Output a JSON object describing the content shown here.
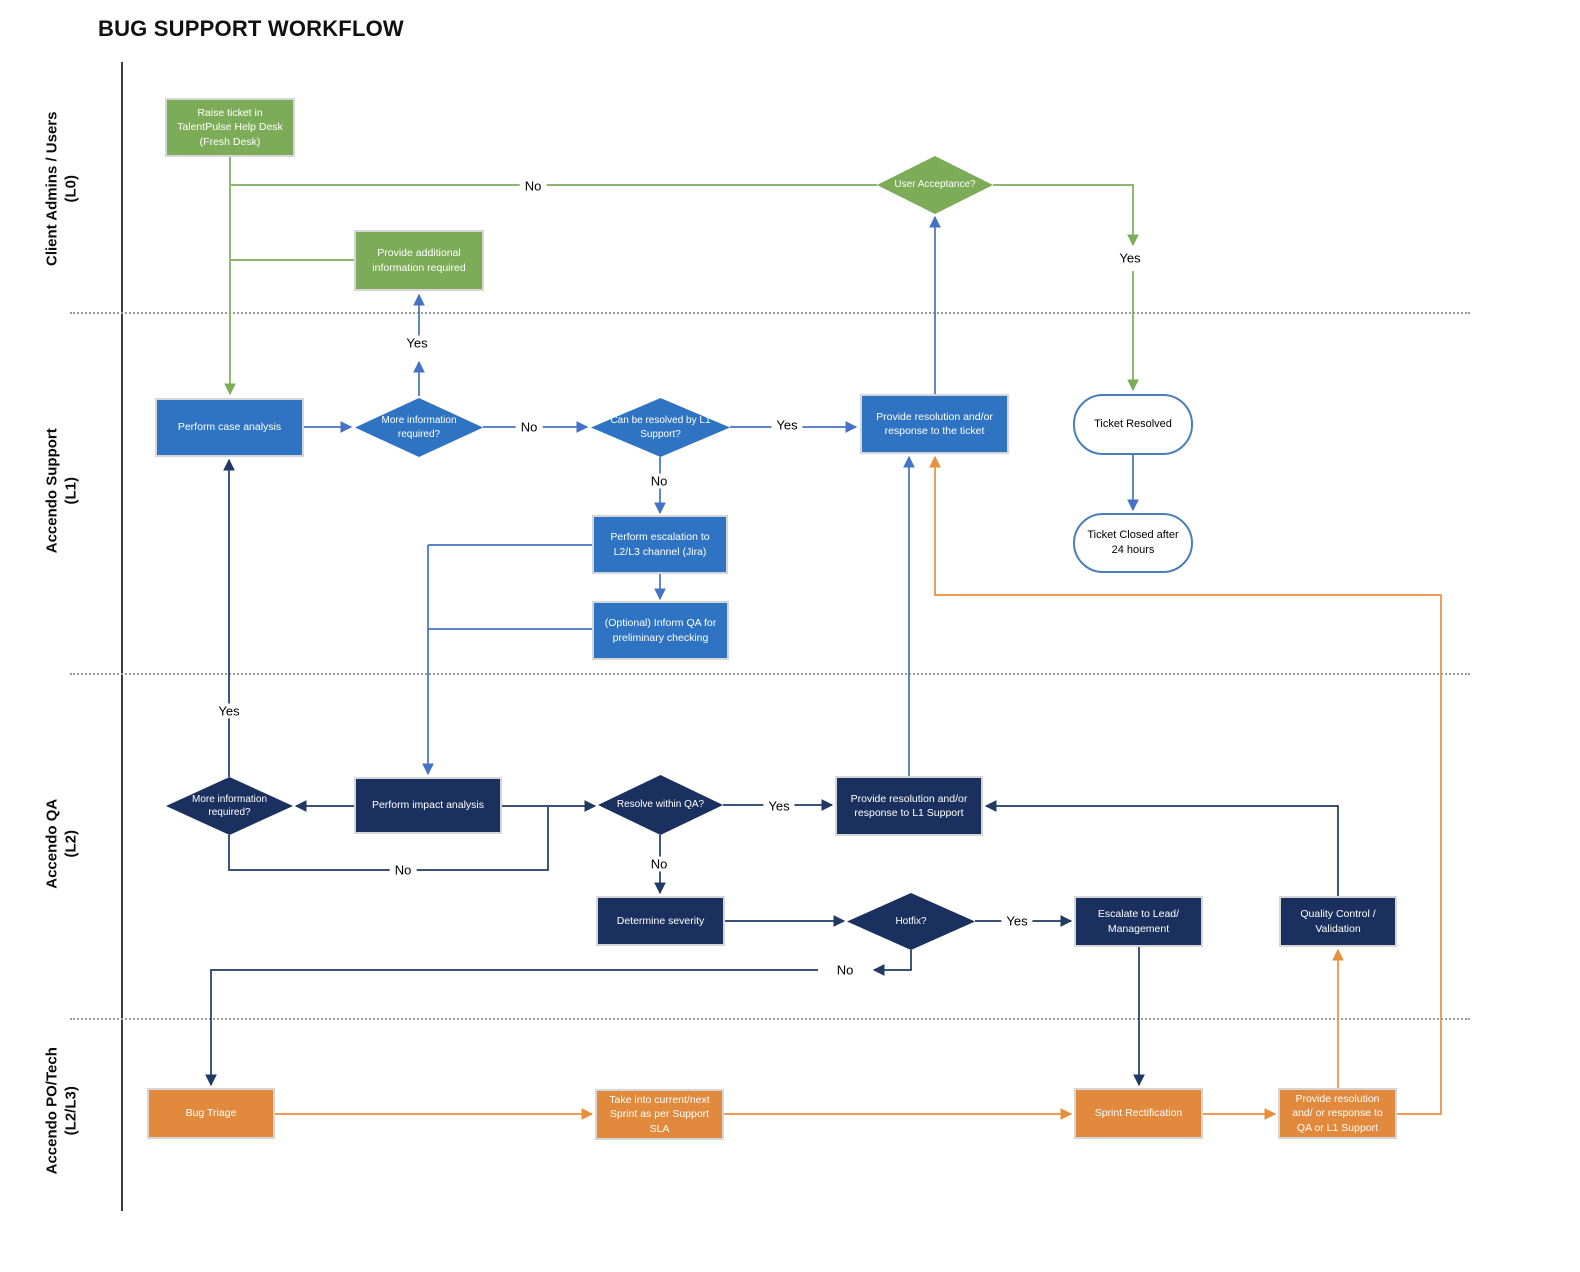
{
  "title": "BUG SUPPORT WORKFLOW",
  "colors": {
    "lane_l0_green": "#7cac58",
    "lane_l1_blue": "#2f74c2",
    "lane_l2_navy": "#1a3160",
    "lane_l3_orange": "#e1893d",
    "connector_green": "#7cac58",
    "connector_blue": "#4472c4",
    "connector_navy": "#203a63",
    "connector_orange": "#e78f3c",
    "terminator_border_blue": "#4a7ebb"
  },
  "lanes": [
    {
      "line1": "Client Admins / Users",
      "line2": "(L0)"
    },
    {
      "line1": "Accendo Support",
      "line2": "(L1)"
    },
    {
      "line1": "Accendo QA",
      "line2": "(L2)"
    },
    {
      "line1": "Accendo PO/Tech",
      "line2": "(L2/L3)"
    }
  ],
  "nodes": {
    "raise_ticket": {
      "label": "Raise ticket in TalentPulse Help Desk (Fresh Desk)",
      "shape": "rectangle",
      "lane": "L0"
    },
    "provide_additional_info": {
      "label": "Provide additional information required",
      "shape": "rectangle",
      "lane": "L0"
    },
    "user_acceptance": {
      "label": "User Acceptance?",
      "shape": "decision",
      "lane": "L0"
    },
    "perform_case_analysis": {
      "label": "Perform case analysis",
      "shape": "rectangle",
      "lane": "L1"
    },
    "more_info_required_l1": {
      "label": "More information required?",
      "shape": "decision",
      "lane": "L1"
    },
    "can_be_resolved_l1": {
      "label": "Can be resolved by L1 Support?",
      "shape": "decision",
      "lane": "L1"
    },
    "provide_resolution_ticket": {
      "label": "Provide resolution and/or response to the ticket",
      "shape": "rectangle",
      "lane": "L1"
    },
    "perform_escalation": {
      "label": "Perform escalation to L2/L3 channel (Jira)",
      "shape": "rectangle",
      "lane": "L1"
    },
    "inform_qa": {
      "label": "(Optional) Inform QA for preliminary checking",
      "shape": "rectangle",
      "lane": "L1"
    },
    "ticket_resolved": {
      "label": "Ticket Resolved",
      "shape": "terminator",
      "lane": "L1"
    },
    "ticket_closed": {
      "label": "Ticket Closed after 24 hours",
      "shape": "terminator",
      "lane": "L1"
    },
    "more_info_required_l2": {
      "label": "More information required?",
      "shape": "decision",
      "lane": "L2"
    },
    "perform_impact_analysis": {
      "label": "Perform impact analysis",
      "shape": "rectangle",
      "lane": "L2"
    },
    "resolve_within_qa": {
      "label": "Resolve within QA?",
      "shape": "decision",
      "lane": "L2"
    },
    "provide_resolution_l1": {
      "label": "Provide resolution and/or response to L1 Support",
      "shape": "rectangle",
      "lane": "L2"
    },
    "determine_severity": {
      "label": "Determine severity",
      "shape": "rectangle",
      "lane": "L2"
    },
    "hotfix": {
      "label": "Hotfix?",
      "shape": "decision",
      "lane": "L2"
    },
    "escalate_lead": {
      "label": "Escalate to Lead/ Management",
      "shape": "rectangle",
      "lane": "L2"
    },
    "quality_control": {
      "label": "Quality Control / Validation",
      "shape": "rectangle",
      "lane": "L2"
    },
    "bug_triage": {
      "label": "Bug Triage",
      "shape": "rectangle",
      "lane": "L3"
    },
    "take_into_sprint": {
      "label": "Take into current/next Sprint as per Support SLA",
      "shape": "rectangle",
      "lane": "L3"
    },
    "sprint_rectification": {
      "label": "Sprint Rectification",
      "shape": "rectangle",
      "lane": "L3"
    },
    "provide_resolution_qa_l1": {
      "label": "Provide resolution and/ or response to QA or L1 Support",
      "shape": "rectangle",
      "lane": "L3"
    }
  },
  "edge_labels": {
    "user_acceptance_no": "No",
    "user_acceptance_yes": "Yes",
    "more_info_l1_yes": "Yes",
    "more_info_l1_no": "No",
    "can_be_resolved_yes": "Yes",
    "can_be_resolved_no": "No",
    "more_info_l2_yes": "Yes",
    "more_info_l2_no": "No",
    "resolve_within_qa_yes": "Yes",
    "resolve_within_qa_no": "No",
    "hotfix_yes": "Yes",
    "hotfix_no": "No"
  }
}
